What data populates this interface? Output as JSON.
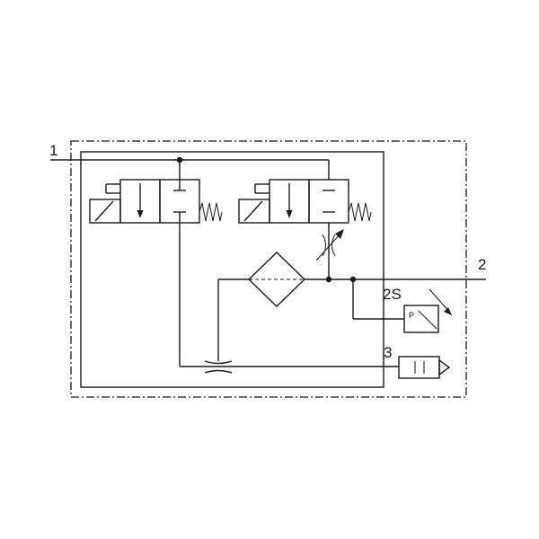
{
  "ports": {
    "port_1": "1",
    "port_2": "2",
    "port_2s": "2S",
    "port_3": "3"
  },
  "pressure_switch_symbol": "P",
  "colors": {
    "line": "#1a1a1a",
    "background": "#ffffff"
  }
}
